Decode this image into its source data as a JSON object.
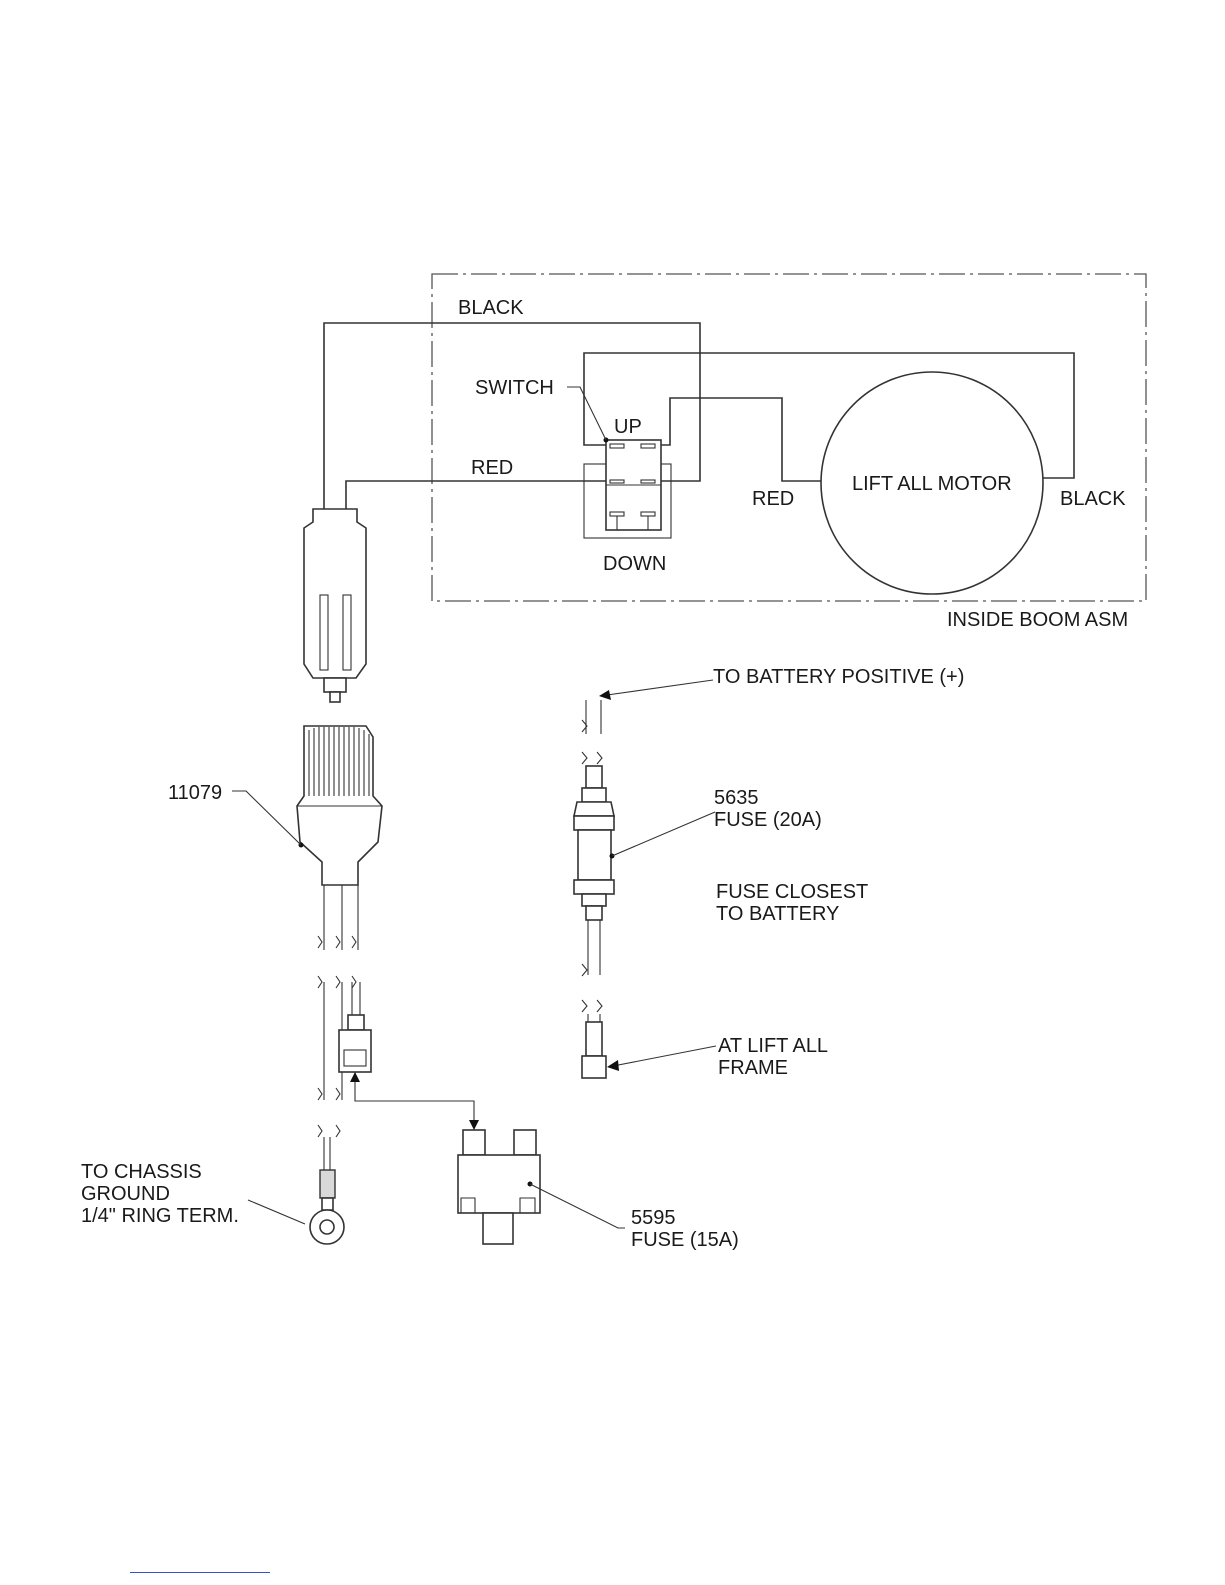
{
  "diagram": {
    "boundary_label": "INSIDE BOOM ASM",
    "labels": {
      "black_top": "BLACK",
      "switch": "SWITCH",
      "up": "UP",
      "red_left": "RED",
      "down": "DOWN",
      "red_motor": "RED",
      "motor": "LIFT ALL MOTOR",
      "black_motor": "BLACK",
      "battery_positive": "TO BATTERY POSITIVE (+)",
      "plug_part": "11079",
      "fuse20_part": "5635",
      "fuse20_desc": "FUSE (20A)",
      "fuse_closest_1": "FUSE CLOSEST",
      "fuse_closest_2": "TO BATTERY",
      "frame_1": "AT LIFT ALL",
      "frame_2": "FRAME",
      "ground_1": "TO CHASSIS",
      "ground_2": "GROUND",
      "ground_3": "1/4\" RING TERM.",
      "fuse15_part": "5595",
      "fuse15_desc": "FUSE (15A)"
    }
  }
}
